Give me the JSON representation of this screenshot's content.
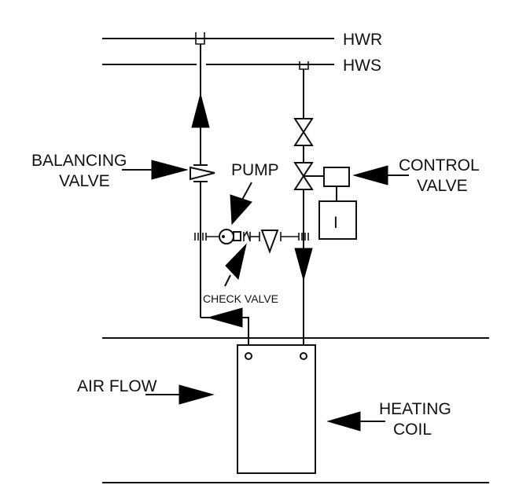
{
  "diagram": {
    "title": "Heating coil piping schematic with pump, balancing valve and control valve",
    "pipes": {
      "return_label": "HWR",
      "supply_label": "HWS"
    },
    "callouts": {
      "balancing_valve": [
        "BALANCING",
        "VALVE"
      ],
      "pump": "PUMP",
      "control_valve": [
        "CONTROL",
        "VALVE"
      ],
      "check_valve": "CHECK VALVE",
      "air_flow": "AIR FLOW",
      "heating_coil": [
        "HEATING",
        "COIL"
      ]
    },
    "actuator_label": "I",
    "flow_directions": {
      "return_riser": "up",
      "supply_riser": "down",
      "coil_outlet": "left",
      "air_flow": "right"
    },
    "colors": {
      "line": "#111111",
      "background": "#ffffff"
    }
  }
}
